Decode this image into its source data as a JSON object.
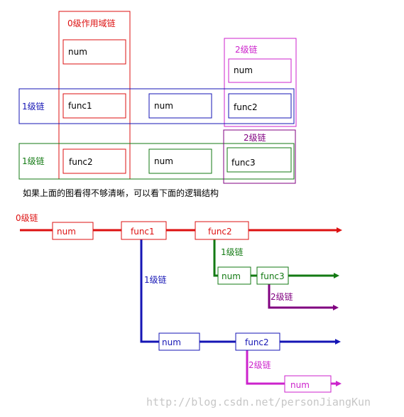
{
  "colors": {
    "red": "#dd1111",
    "blue": "#1515b5",
    "green": "#137a13",
    "magenta": "#cc22cc",
    "purple": "#800080",
    "text": "#000000",
    "watermark": "#c7c7c7"
  },
  "top": {
    "scope0_label": "0级作用域链",
    "scope0_num": "num",
    "scope2_top_label": "2级链",
    "scope2_top_num": "num",
    "row1_label": "1级链",
    "row1_func1": "func1",
    "row1_num": "num",
    "row1_func2": "func2",
    "row2_label": "1级链",
    "row2_func2": "func2",
    "row2_num": "num",
    "row2_func3": "func3",
    "scope2_bottom_label": "2级链"
  },
  "caption": "如果上面的图看得不够清晰，可以看下面的逻辑结构",
  "bottom": {
    "chain0_label": "0级链",
    "chain0_num": "num",
    "chain0_func1": "func1",
    "chain0_func2": "func2",
    "green_label": "1级链",
    "green_num": "num",
    "green_func3": "func3",
    "purple_label": "2级链",
    "blue_label": "1级链",
    "blue_num": "num",
    "blue_func2": "func2",
    "magenta_label": "2级链",
    "magenta_num": "num"
  },
  "watermark": "http://blog.csdn.net/personJiangKun"
}
